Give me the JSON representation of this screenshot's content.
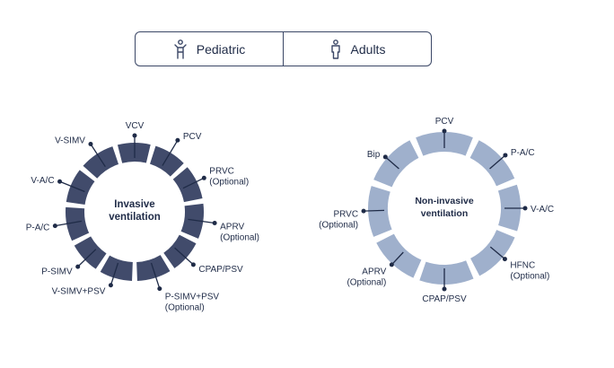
{
  "toggle": {
    "pediatric": {
      "label": "Pediatric",
      "icon": "child-icon"
    },
    "adults": {
      "label": "Adults",
      "icon": "adult-icon"
    }
  },
  "rings": [
    {
      "id": "invasive",
      "title_lines": [
        "Invasive",
        "ventilation"
      ],
      "color": "#414b6b",
      "modes": [
        {
          "lines": [
            "VCV"
          ]
        },
        {
          "lines": [
            "PCV"
          ]
        },
        {
          "lines": [
            "PRVC",
            "(Optional)"
          ]
        },
        {
          "lines": [
            "APRV",
            "(Optional)"
          ]
        },
        {
          "lines": [
            "CPAP/PSV"
          ]
        },
        {
          "lines": [
            "P-SIMV+PSV",
            "(Optional)"
          ]
        },
        {
          "lines": [
            "V-SIMV+PSV"
          ]
        },
        {
          "lines": [
            "P-SIMV"
          ]
        },
        {
          "lines": [
            "P-A/C"
          ]
        },
        {
          "lines": [
            "V-A/C"
          ]
        },
        {
          "lines": [
            "V-SIMV"
          ]
        }
      ]
    },
    {
      "id": "non-invasive",
      "title_lines": [
        "Non-invasive",
        "ventilation"
      ],
      "color": "#9fb0cc",
      "modes": [
        {
          "lines": [
            "PCV"
          ]
        },
        {
          "lines": [
            "P-A/C"
          ]
        },
        {
          "lines": [
            "V-A/C"
          ]
        },
        {
          "lines": [
            "HFNC",
            "(Optional)"
          ]
        },
        {
          "lines": [
            "CPAP/PSV"
          ]
        },
        {
          "lines": [
            "APRV",
            "(Optional)"
          ]
        },
        {
          "lines": [
            "PRVC",
            "(Optional)"
          ]
        },
        {
          "lines": [
            "Bip"
          ]
        }
      ]
    }
  ]
}
